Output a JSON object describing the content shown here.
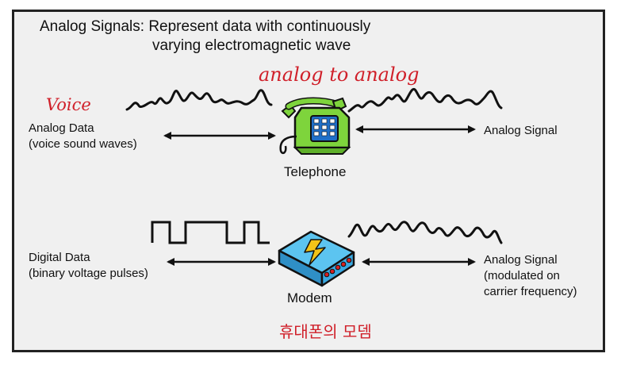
{
  "title": {
    "line1": "Analog Signals: Represent data with continuously",
    "line2": "varying electromagnetic wave"
  },
  "annotations": {
    "analog_to_analog": "analog to analog",
    "voice": "Voice",
    "korean_note": "휴대폰의 모뎀"
  },
  "telephone_row": {
    "left_label_1": "Analog Data",
    "left_label_2": "(voice sound waves)",
    "device_label": "Telephone",
    "right_label": "Analog Signal"
  },
  "modem_row": {
    "left_label_1": "Digital Data",
    "left_label_2": "(binary voltage pulses)",
    "device_label": "Modem",
    "right_label_1": "Analog Signal",
    "right_label_2": "(modulated on",
    "right_label_3": "carrier frequency)"
  },
  "icons": {
    "telephone": "telephone-icon",
    "modem": "modem-icon"
  },
  "colors": {
    "frame_bg": "#f0f0f0",
    "annotation_red": "#d0202a",
    "phone_green": "#7ed43c",
    "phone_keypad": "#1f6fc8",
    "modem_blue": "#3aa8e0",
    "modem_bolt": "#f2c418",
    "modem_led": "#d82020"
  }
}
